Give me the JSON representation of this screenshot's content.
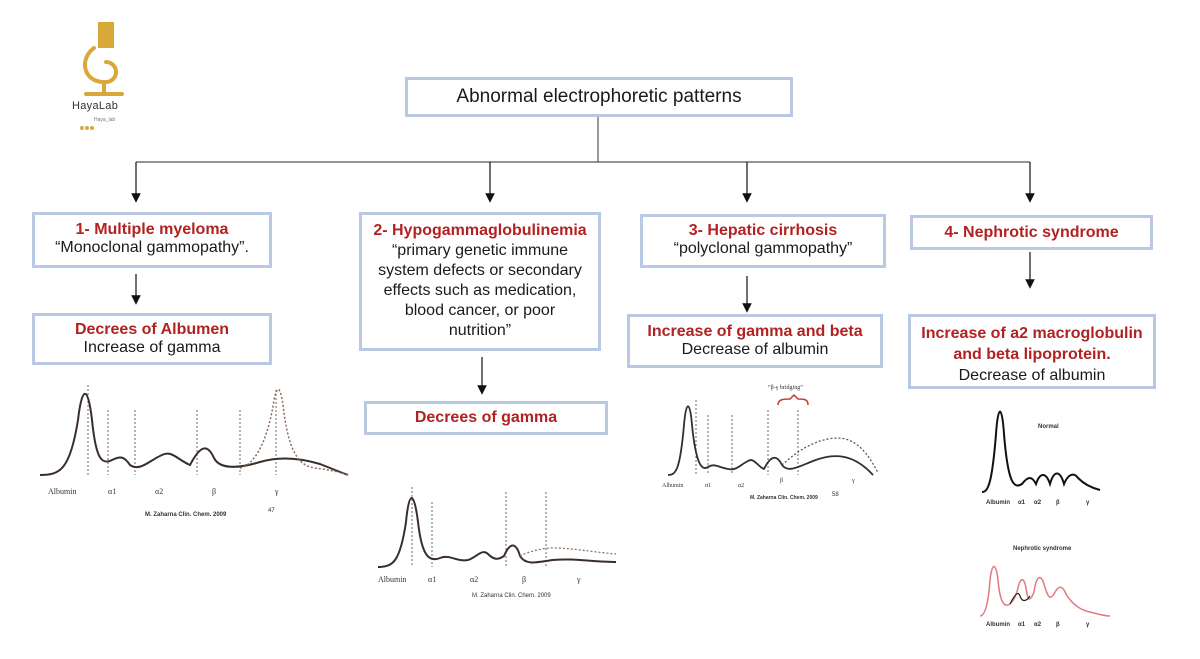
{
  "logo": {
    "name": "HayaLab",
    "handle": "Haya_lab"
  },
  "title": "Abnormal electrophoretic patterns",
  "columns": [
    {
      "heading": "1- Multiple myeloma",
      "subtitle": "“Monoclonal gammopathy”.",
      "result_bold": "Decrees of Albumen",
      "result_plain": "Increase of gamma",
      "graph": {
        "labels": [
          "Albumin",
          "α1",
          "α2",
          "β",
          "γ"
        ],
        "citation": "M. Zaharna Clin. Chem. 2009",
        "page": "47"
      }
    },
    {
      "heading": "2- Hypogammaglobulinemia",
      "subtitle_lines": [
        "“primary genetic immune",
        "system defects or secondary",
        "effects such as medication,",
        "blood cancer, or poor",
        "nutrition”"
      ],
      "result_bold": "Decrees of gamma",
      "graph": {
        "labels": [
          "Albumin",
          "α1",
          "α2",
          "β",
          "γ"
        ],
        "citation": "M. Zaharna Clin. Chem. 2009"
      }
    },
    {
      "heading": "3- Hepatic cirrhosis",
      "subtitle": "“polyclonal gammopathy”",
      "result_bold": "Increase of gamma and beta",
      "result_plain": "Decrease of albumin",
      "graph": {
        "annotation": "“β-γ bridging”",
        "labels": [
          "Albumin",
          "α1",
          "α2",
          "β",
          "γ"
        ],
        "citation": "M. Zaharna Clin. Chem. 2009",
        "page": "58"
      }
    },
    {
      "heading": "4- Nephrotic syndrome",
      "result_bold_lines": [
        "Increase of a2 macroglobulin",
        "and beta lipoprotein."
      ],
      "result_plain": "Decrease of albumin",
      "graph_normal": {
        "title": "Normal",
        "labels": [
          "Albumin",
          "α1",
          "α2",
          "β",
          "γ"
        ]
      },
      "graph_nephrotic": {
        "title": "Nephrotic syndrome",
        "labels": [
          "Albumin",
          "α1",
          "α2",
          "β",
          "γ"
        ]
      }
    }
  ],
  "colors": {
    "box_border": "#b9c9e4",
    "heading_red": "#b22222",
    "curve_dark": "#3a2e2a",
    "curve_pink": "#e07a80"
  }
}
